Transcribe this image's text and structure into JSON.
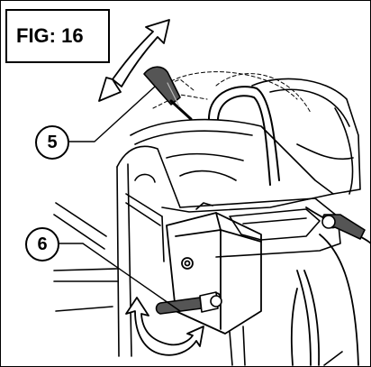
{
  "figure": {
    "label": "FIG: 16",
    "callouts": [
      {
        "number": "5"
      },
      {
        "number": "6"
      }
    ]
  }
}
